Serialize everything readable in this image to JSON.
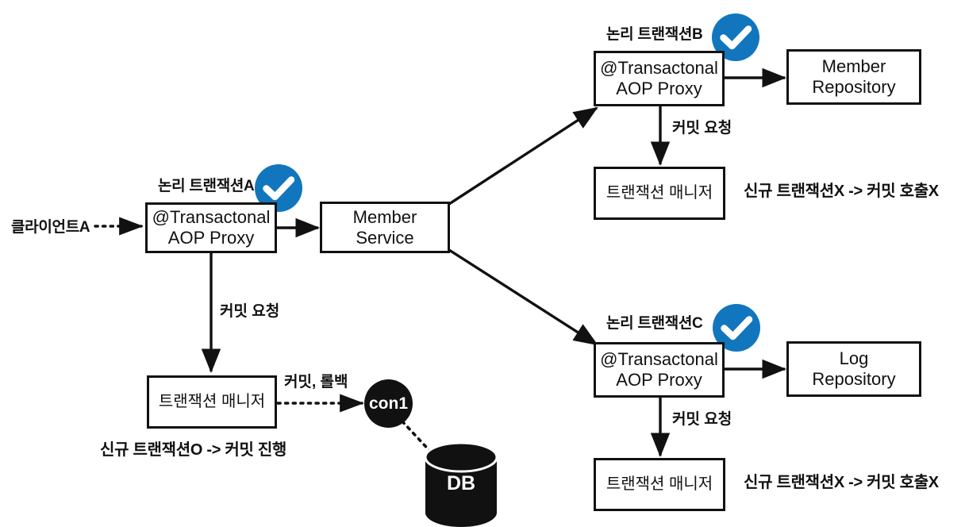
{
  "diagram": {
    "title": "Spring transaction propagation REQUIRED diagram",
    "accent_color": "#1176bd",
    "line_color": "#111111",
    "background": "#ffffff"
  },
  "labels": {
    "client_a": "클라이언트A",
    "logical_tx_a": "논리 트랜잭션A",
    "logical_tx_b": "논리 트랜잭션B",
    "logical_tx_c": "논리 트랜잭션C",
    "note_new_tx_o": "신규 트랜잭션O -> 커밋 진행",
    "note_new_tx_x_b": "신규 트랜잭션X -> 커밋 호출X",
    "note_new_tx_x_c": "신규 트랜잭션X -> 커밋 호출X"
  },
  "nodes": {
    "proxy_a": {
      "line1": "@Transactonal",
      "line2": "AOP Proxy"
    },
    "member_service": {
      "line1": "Member",
      "line2": "Service"
    },
    "proxy_b": {
      "line1": "@Transactonal",
      "line2": "AOP Proxy"
    },
    "member_repository": {
      "line1": "Member",
      "line2": "Repository"
    },
    "proxy_c": {
      "line1": "@Transactonal",
      "line2": "AOP Proxy"
    },
    "log_repository": {
      "line1": "Log",
      "line2": "Repository"
    },
    "tx_manager_a": {
      "line1": "트랜잭션 매니저"
    },
    "tx_manager_b": {
      "line1": "트랜잭션 매니저"
    },
    "tx_manager_c": {
      "line1": "트랜잭션 매니저"
    },
    "connection": {
      "label": "con1"
    },
    "database": {
      "label": "DB"
    }
  },
  "edge_labels": {
    "commit_request_a": "커밋 요청",
    "commit_request_b": "커밋 요청",
    "commit_request_c": "커밋 요청",
    "commit_rollback": "커밋, 롤백"
  }
}
